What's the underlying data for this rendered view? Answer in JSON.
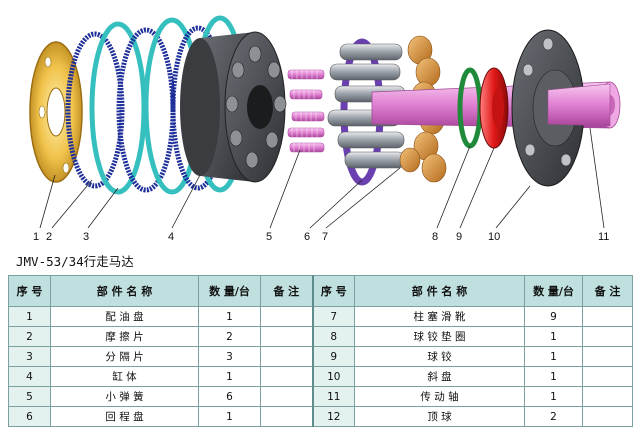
{
  "diagram": {
    "callouts": [
      "1",
      "2",
      "3",
      "4",
      "5",
      "6",
      "7",
      "8",
      "9",
      "10",
      "11"
    ]
  },
  "caption": {
    "model": "JMV-53/34",
    "title": "行走马达"
  },
  "table": {
    "headers": [
      "序 号",
      "部 件 名 称",
      "数 量/台",
      "备 注",
      "序 号",
      "部 件 名 称",
      "数 量/台",
      "备 注"
    ],
    "left_rows": [
      {
        "no": "1",
        "name": "配 油 盘",
        "qty": "1",
        "note": ""
      },
      {
        "no": "2",
        "name": "摩 擦 片",
        "qty": "2",
        "note": ""
      },
      {
        "no": "3",
        "name": "分 隔 片",
        "qty": "3",
        "note": ""
      },
      {
        "no": "4",
        "name": "缸 体",
        "qty": "1",
        "note": ""
      },
      {
        "no": "5",
        "name": "小 弹 簧",
        "qty": "6",
        "note": ""
      },
      {
        "no": "6",
        "name": "回 程 盘",
        "qty": "1",
        "note": ""
      }
    ],
    "right_rows": [
      {
        "no": "7",
        "name": "柱 塞 滑 靴",
        "qty": "9",
        "note": ""
      },
      {
        "no": "8",
        "name": "球 铰 垫 圈",
        "qty": "1",
        "note": ""
      },
      {
        "no": "9",
        "name": "球 铰",
        "qty": "1",
        "note": ""
      },
      {
        "no": "10",
        "name": "斜 盘",
        "qty": "1",
        "note": ""
      },
      {
        "no": "11",
        "name": "传 动 轴",
        "qty": "1",
        "note": ""
      },
      {
        "no": "12",
        "name": "顶 球",
        "qty": "2",
        "note": ""
      }
    ]
  }
}
